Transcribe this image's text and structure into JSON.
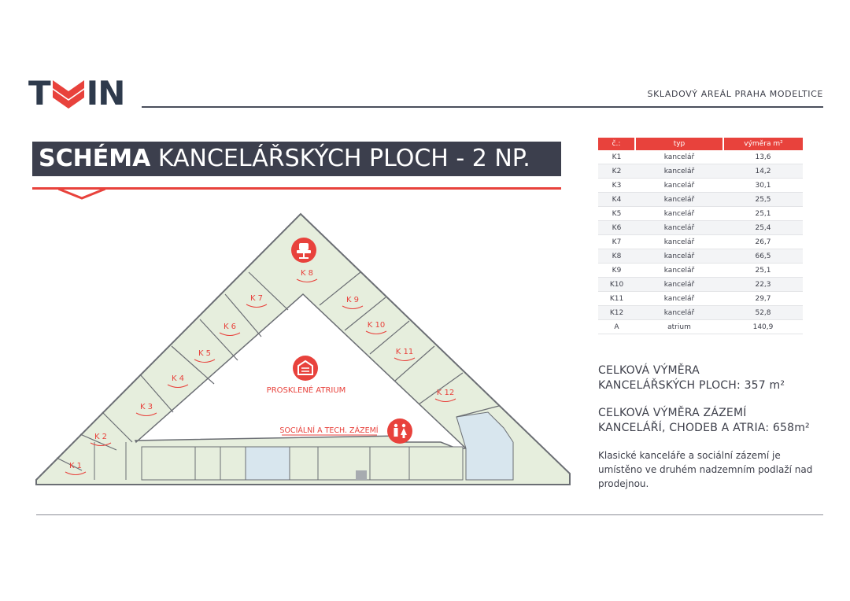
{
  "brand": {
    "letter_left": "T",
    "letters_right": "IN",
    "accent": "#e8423c",
    "dark": "#2e3a4c"
  },
  "header": {
    "area_name": "SKLADOVÝ AREÁL PRAHA MODELTICE"
  },
  "title": {
    "bold": "SCHÉMA",
    "light": " KANCELÁŘSKÝCH PLOCH - 2 NP."
  },
  "table": {
    "columns": [
      "č.:",
      "typ",
      "výměra m²"
    ],
    "rows": [
      [
        "K1",
        "kancelář",
        "13,6"
      ],
      [
        "K2",
        "kancelář",
        "14,2"
      ],
      [
        "K3",
        "kancelář",
        "30,1"
      ],
      [
        "K4",
        "kancelář",
        "25,5"
      ],
      [
        "K5",
        "kancelář",
        "25,1"
      ],
      [
        "K6",
        "kancelář",
        "25,4"
      ],
      [
        "K7",
        "kancelář",
        "26,7"
      ],
      [
        "K8",
        "kancelář",
        "66,5"
      ],
      [
        "K9",
        "kancelář",
        "25,1"
      ],
      [
        "K10",
        "kancelář",
        "22,3"
      ],
      [
        "K11",
        "kancelář",
        "29,7"
      ],
      [
        "K12",
        "kancelář",
        "52,8"
      ],
      [
        "A",
        "atrium",
        "140,9"
      ]
    ]
  },
  "totals": {
    "offices_line1": "CELKOVÁ VÝMĚRA",
    "offices_line2": "KANCELÁŘSKÝCH PLOCH: 357 m²",
    "support_line1": "CELKOVÁ VÝMĚRA ZÁZEMÍ",
    "support_line2": "KANCELÁŘÍ, CHODEB A ATRIA: 658m²"
  },
  "description": "Klasické kanceláře a sociální zázemí je umístěno ve druhém nadzemním podlaží nad prodejnou.",
  "plan": {
    "room_labels": [
      "K 1",
      "K 2",
      "K 3",
      "K 4",
      "K 5",
      "K 6",
      "K 7",
      "K 8",
      "K 9",
      "K 10",
      "K 11",
      "K 12"
    ],
    "atrium_label": "PROSKLENÉ ATRIUM",
    "social_label": "SOCIÁLNÍ A TECH. ZÁZEMÍ",
    "room_fill": "#e6eedd",
    "wall_color": "#6b6e74",
    "accent": "#e8423c"
  }
}
